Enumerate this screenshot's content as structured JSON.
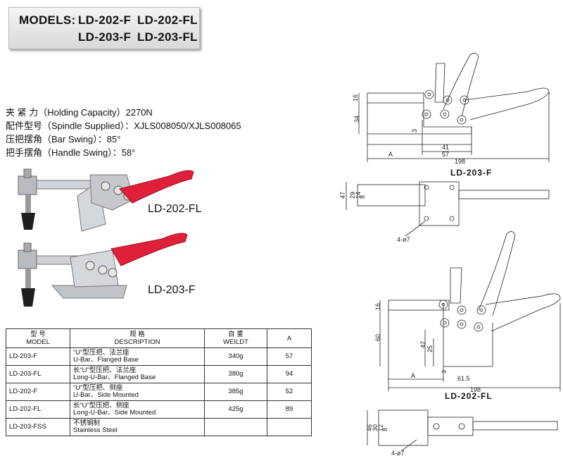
{
  "models": {
    "prefix": "MODELS:",
    "m1": "LD-202-F",
    "m2": "LD-202-FL",
    "m3": "LD-203-F",
    "m4": "LD-203-FL"
  },
  "specs": [
    "夹 紧 力（Holding Capacity）2270N",
    "配件型号（Spindle Supplied）：XJLS008050/XJLS008065",
    "压把摆角（Bar Swing）：85°",
    "把手摆角（Handle Swing）：58°"
  ],
  "photo_labels": {
    "top": "LD-202-FL",
    "bottom": "LD-203-F"
  },
  "table": {
    "headers": [
      {
        "cn": "型 号",
        "en": "MODEL"
      },
      {
        "cn": "规 格",
        "en": "DESCRIPTION"
      },
      {
        "cn": "自 重",
        "en": "WEILDT"
      },
      {
        "cn": "",
        "en": "A"
      }
    ],
    "rows": [
      {
        "model": "LD-203-F",
        "cn": "“U”型压把、法兰座",
        "en": "U-Bar、Flanged Base",
        "weight": "340g",
        "a": "57"
      },
      {
        "model": "LD-203-FL",
        "cn": "长“U”型压把、法兰座",
        "en": "Long-U-Bar、Flanged Base",
        "weight": "380g",
        "a": "94"
      },
      {
        "model": "LD-202-F",
        "cn": "“U”型压把、侧座",
        "en": "U-Bar、Side Mounted",
        "weight": "385g",
        "a": "52"
      },
      {
        "model": "LD-202-FL",
        "cn": "长“U”型压把、侧座",
        "en": "Long-U-Bar、Side Mounted",
        "weight": "425g",
        "a": "89"
      },
      {
        "model": "LD-203-FSS",
        "cn": "不锈钢制",
        "en": "Stainless Steel",
        "weight": "",
        "a": ""
      }
    ]
  },
  "drawing_top": {
    "title": "LD-203-F",
    "dims": {
      "d16": "16",
      "d34": "34",
      "d3": "3",
      "d41": "41",
      "dA": "A",
      "d57": "57",
      "d198": "198",
      "d47": "47",
      "d29": "29",
      "d14": "14",
      "d8": "8",
      "hole": "4-ø7"
    }
  },
  "drawing_bottom": {
    "title": "LD-202-FL",
    "dims": {
      "d16": "16",
      "d60": "60",
      "d42": "42",
      "d25": "25",
      "d3": "3",
      "dA": "A",
      "d615": "61.5",
      "d198": "198",
      "d46": "46",
      "d30": "30",
      "d12": "12",
      "d8": "8",
      "hole": "4-ø7"
    }
  },
  "colors": {
    "handle": "#e0203a",
    "metal": "#c9ccd0",
    "rubber": "#222222"
  }
}
